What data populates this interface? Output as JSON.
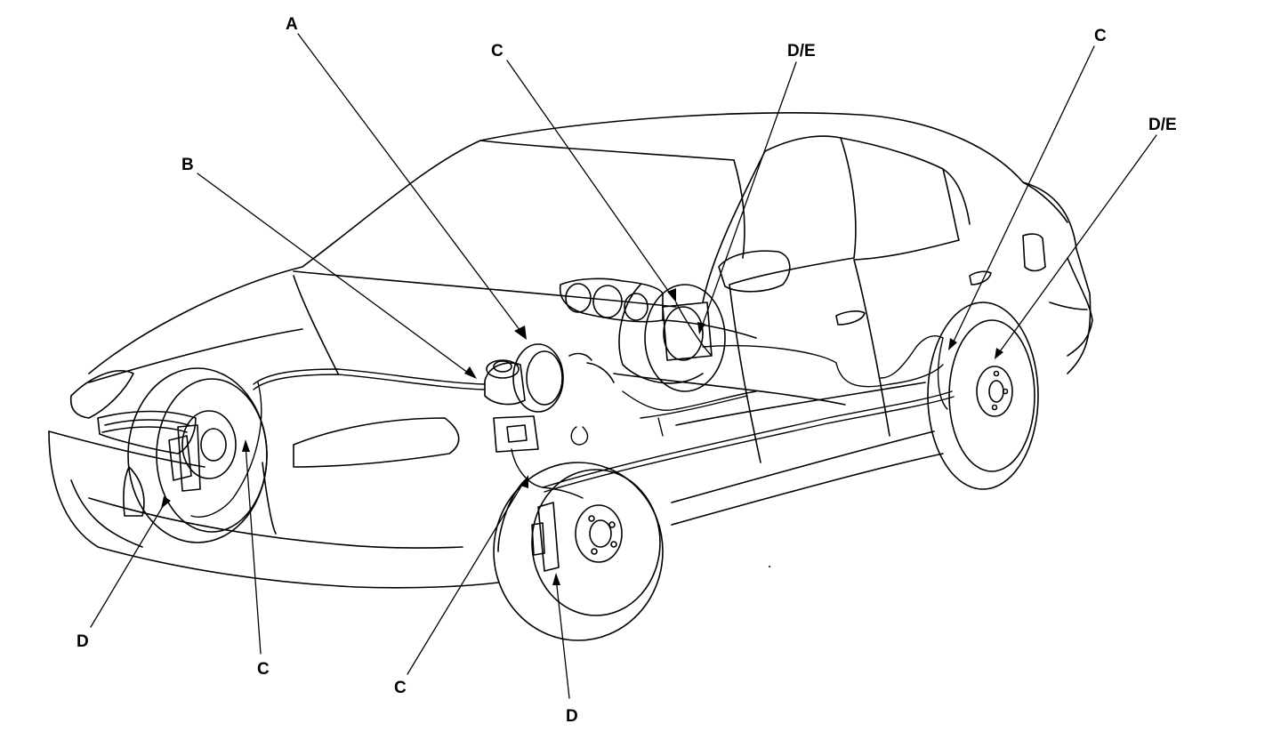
{
  "colors": {
    "line": "#000000",
    "background": "#ffffff"
  },
  "callouts": [
    {
      "id": "a",
      "label": "A"
    },
    {
      "id": "b",
      "label": "B"
    },
    {
      "id": "c-dash",
      "label": "C"
    },
    {
      "id": "de-center",
      "label": "D/E"
    },
    {
      "id": "c-rear-top",
      "label": "C"
    },
    {
      "id": "de-right",
      "label": "D/E"
    },
    {
      "id": "d-front-left",
      "label": "D"
    },
    {
      "id": "c-front-left",
      "label": "C"
    },
    {
      "id": "c-front-right",
      "label": "C"
    },
    {
      "id": "d-front-right",
      "label": "D"
    }
  ]
}
